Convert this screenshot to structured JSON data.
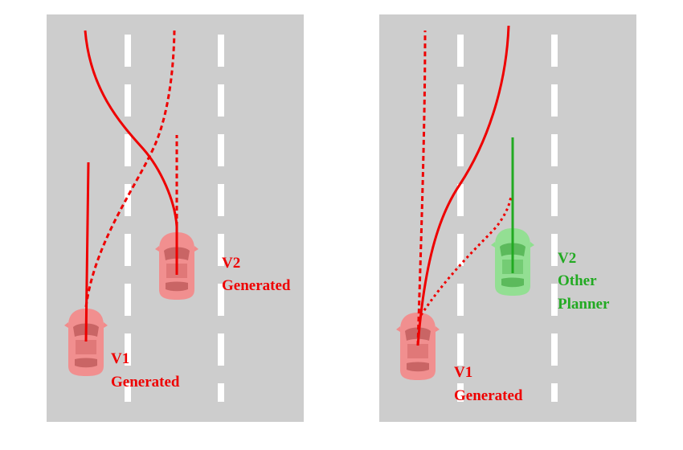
{
  "colors": {
    "road": "#cdcdcd",
    "lane_marking": "#ffffff",
    "generated": "#ee0000",
    "other_planner": "#22aa22",
    "red_car_body": "#f28b8b",
    "red_car_dark": "#c96565",
    "green_car_body": "#8fdf8f",
    "green_car_dark": "#5cba5c"
  },
  "panels": [
    {
      "name": "left",
      "vehicles": [
        {
          "id": "v1",
          "line1": "V1",
          "line2": "Generated",
          "role": "generated"
        },
        {
          "id": "v2",
          "line1": "V2",
          "line2": "Generated",
          "role": "generated"
        }
      ]
    },
    {
      "name": "right",
      "vehicles": [
        {
          "id": "v1",
          "line1": "V1",
          "line2": "Generated",
          "role": "generated"
        },
        {
          "id": "v2",
          "line1": "V2",
          "line2": "Other",
          "line3": "Planner",
          "role": "other_planner"
        }
      ]
    }
  ]
}
